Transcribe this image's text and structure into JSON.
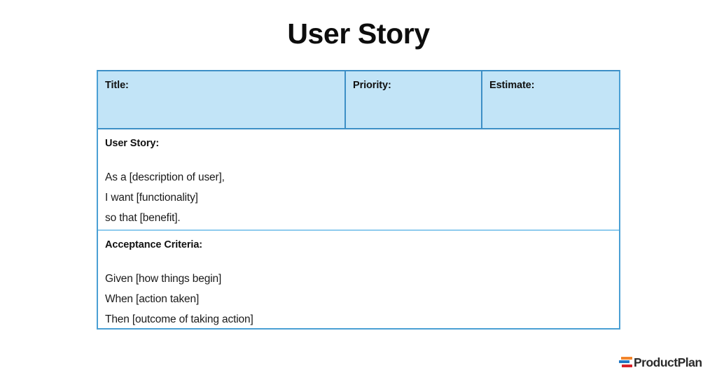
{
  "page": {
    "title": "User Story"
  },
  "table": {
    "header": {
      "title_label": "Title:",
      "priority_label": "Priority:",
      "estimate_label": "Estimate:"
    },
    "user_story": {
      "heading": "User Story:",
      "lines": [
        "As a [description of user],",
        "I want [functionality]",
        "so that [benefit]."
      ]
    },
    "acceptance_criteria": {
      "heading": "Acceptance Criteria:",
      "lines": [
        "Given [how things begin]",
        "When [action taken]",
        "Then [outcome of taking action]"
      ]
    }
  },
  "brand": {
    "name": "ProductPlan",
    "mark_colors": {
      "top": "#f2852b",
      "middle": "#2278c4",
      "bottom": "#d9222a"
    }
  },
  "colors": {
    "header_fill": "#c2e4f7",
    "border": "#3d8fc6",
    "divider": "#8ecbee",
    "text": "#1a1a1a",
    "background": "#ffffff"
  }
}
